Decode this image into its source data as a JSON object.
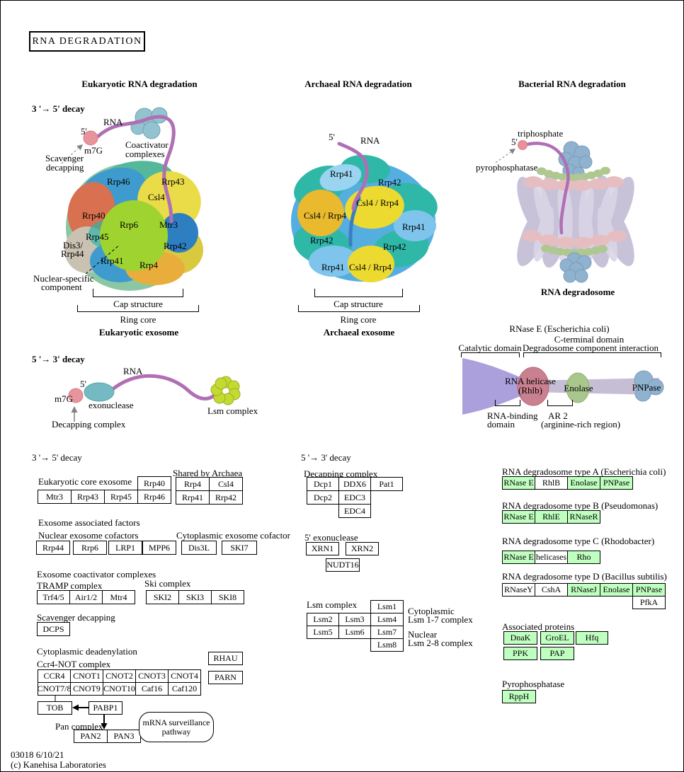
{
  "title": "RNA  DEGRADATION",
  "headers": {
    "euk": "Eukaryotic RNA degradation",
    "arch": "Archaeal RNA degradation",
    "bact": "Bacterial RNA degradation"
  },
  "euk": {
    "decay": "3 '→ 5' decay",
    "rna": "RNA",
    "five": "5'",
    "m7g": "m7G",
    "scav1": "Scavenger",
    "scav2": "decapping",
    "coact1": "Coactivator",
    "coact2": "complexes",
    "blob": {
      "rrp46": "Rrp46",
      "rrp43": "Rrp43",
      "csl4": "Csl4",
      "rrp40": "Rrp40",
      "rrp6": "Rrp6",
      "mtr3": "Mtr3",
      "rrp45": "Rrp45",
      "rrp42": "Rrp42",
      "rrp41": "Rrp41",
      "rrp4": "Rrp4",
      "dis3a": "Dis3/",
      "dis3b": "Rrp44"
    },
    "nuc1": "Nuclear-specific",
    "nuc2": "component",
    "cap": "Cap structure",
    "ring": "Ring core",
    "name": "Eukaryotic exosome"
  },
  "d53": {
    "label": "5 '→ 3' decay",
    "rna": "RNA",
    "five": "5'",
    "m7g": "m7G",
    "exo": "exonuclease",
    "lsm": "Lsm complex",
    "decap": "Decapping complex"
  },
  "arch": {
    "five": "5'",
    "rna": "RNA",
    "labels": [
      "Rrp41",
      "Rrp42",
      "Csl4 / Rrp4",
      "Csl4 / Rrp4",
      "Rrp41",
      "Rrp42",
      "Rrp42",
      "Rrp41",
      "Csl4 / Rrp4"
    ],
    "cap": "Cap structure",
    "ring": "Ring core",
    "name": "Archaeal exosome"
  },
  "bact": {
    "tri": "triphosphate",
    "five": "5'",
    "pyro": "pyrophosphatase",
    "name": "RNA degradosome",
    "rnase_title": "RNase E (Escherichia coli)",
    "cterm": "C-terminal domain",
    "cat": "Catalytic domain",
    "degint": "Degradosome component interaction",
    "hel1": "RNA helicase",
    "hel2": "(Rhlb)",
    "enolase": "Enolase",
    "pnpase": "PNPase",
    "rbd1": "RNA-binding",
    "rbd2": "domain",
    "ar2": "AR 2",
    "ar2b": "(arginine-rich region)"
  },
  "left": {
    "decay35": "3 '→ 5' decay",
    "core_label": "Eukaryotic core exosome",
    "core_top": "Rrp40",
    "core_row": [
      "Mtr3",
      "Rrp43",
      "Rrp45",
      "Rrp46"
    ],
    "shared_label": "Shared by Archaea",
    "shared": [
      [
        "Rrp4",
        "Csl4"
      ],
      [
        "Rrp41",
        "Rrp42"
      ]
    ],
    "assoc_label": "Exosome associated factors",
    "nuc_label": "Nuclear exosome cofactors",
    "nuc": [
      "Rrp44",
      "Rrp6",
      "LRP1",
      "MPP6"
    ],
    "cyt_label": "Cytoplasmic exosome cofactor",
    "cyt": [
      "Dis3L",
      "SKI7"
    ],
    "coact_label": "Exosome coactivator complexes",
    "tramp_label": "TRAMP complex",
    "tramp": [
      "Trf4/5",
      "Air1/2",
      "Mtr4"
    ],
    "ski_label": "Ski complex",
    "ski": [
      "SKI2",
      "SKI3",
      "SKI8"
    ],
    "scav_label": "Scavenger decapping",
    "dcps": "DCPS",
    "deaden_label": "Cytoplasmic deadenylation",
    "ccr4_label": "Ccr4-NOT complex",
    "ccr4": [
      [
        "CCR4",
        "CNOT1",
        "CNOT2",
        "CNOT3",
        "CNOT4"
      ],
      [
        "CNOT7/8",
        "CNOT9",
        "CNOT10",
        "Caf16",
        "Caf120"
      ]
    ],
    "rhau": "RHAU",
    "parn": "PARN",
    "tob": "TOB",
    "pabp1": "PABP1",
    "pan_label": "Pan complex",
    "pan": [
      "PAN2",
      "PAN3"
    ],
    "mrna1": "mRNA surveillance",
    "mrna2": "pathway"
  },
  "mid": {
    "decay53": "5 '→ 3' decay",
    "decap_label": "Decapping complex",
    "decap_r1": [
      "Dcp1",
      "DDX6",
      "Pat1"
    ],
    "decap_r2": [
      "Dcp2",
      "EDC3"
    ],
    "decap_r3": [
      "EDC4"
    ],
    "exo_label": "5' exonuclease",
    "exo": [
      "XRN1",
      "XRN2"
    ],
    "nudt": "NUDT16",
    "lsm_label": "Lsm complex",
    "lsm1": "Lsm1",
    "lsm_r1": [
      "Lsm2",
      "Lsm3",
      "Lsm4"
    ],
    "lsm_r2": [
      "Lsm5",
      "Lsm6",
      "Lsm7"
    ],
    "lsm8": "Lsm8",
    "cyt1": "Cytoplasmic",
    "cyt2": "Lsm 1-7 complex",
    "nuc1": "Nuclear",
    "nuc2": "Lsm 2-8 complex"
  },
  "right": {
    "typeA_label": "RNA degradosome type A (Escherichia coli)",
    "typeA": [
      "RNase E",
      "RhlB",
      "Enolase",
      "PNPase"
    ],
    "typeB_label": "RNA degradosome type B (Pseudomonas)",
    "typeB": [
      "RNase E",
      "RhlE",
      "RNaseR"
    ],
    "typeC_label": "RNA degradosome type C (Rhodobacter)",
    "typeC": [
      "RNase E",
      "helicases",
      "Rho"
    ],
    "typeD_label": "RNA degradosome type D (Bacillus subtilis)",
    "typeD": [
      "RNaseY",
      "CshA",
      "RNaseJ",
      "Enolase",
      "PNPase"
    ],
    "pfka": "PfkA",
    "assoc_label": "Associated proteins",
    "assoc_r1": [
      "DnaK",
      "GroEL",
      "Hfq"
    ],
    "assoc_r2": [
      "PPK",
      "PAP"
    ],
    "pyro_label": "Pyrophosphatase",
    "rpph": "RppH"
  },
  "footer": {
    "line1": "03018 6/10/21",
    "line2": "(c) Kanehisa Laboratories"
  },
  "colors": {
    "gene_green": "#BFFFBF",
    "rna_purple": "#B06FB5",
    "cap_pink": "#E8949C",
    "coactivator_teal": "#92C3CF",
    "lsm_yellowgreen": "#C4DA31",
    "helicase_rose": "#C9808F",
    "enolase_green": "#A9C78D",
    "pnpase_blue": "#8FB2CE",
    "funnel_purple": "#ABA0DC",
    "degradosome_lavender": "#C8C2D9"
  }
}
